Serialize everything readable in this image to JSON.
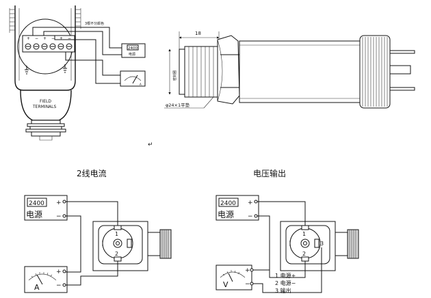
{
  "top_left": {
    "wire_note": "3根不分颜色",
    "display_value": "2400",
    "power_label": "电源",
    "meter_label": "A",
    "field_label_1": "FIELD",
    "field_label_2": "TERMINALS",
    "terminal_marks": [
      "+",
      "−",
      "+",
      "−",
      "+",
      "−"
    ]
  },
  "top_right": {
    "dim_18": "18",
    "side_label": "密封圈",
    "thread_label": "φ24×1平垫"
  },
  "cursor_mark": "↵",
  "left_diagram": {
    "title": "2线电流",
    "display_value": "2400",
    "power_label": "电源",
    "meter_label": "A",
    "plus": "+",
    "minus": "−",
    "pin1": "1",
    "pin2": "2"
  },
  "right_diagram": {
    "title": "电压输出",
    "display_value": "2400",
    "power_label": "电源",
    "meter_label": "V",
    "plus": "+",
    "minus": "−",
    "pin1": "1",
    "pin2": "2",
    "pin3": "3",
    "legend": [
      "1 电源+",
      "2 电源−",
      "3 输出"
    ]
  }
}
